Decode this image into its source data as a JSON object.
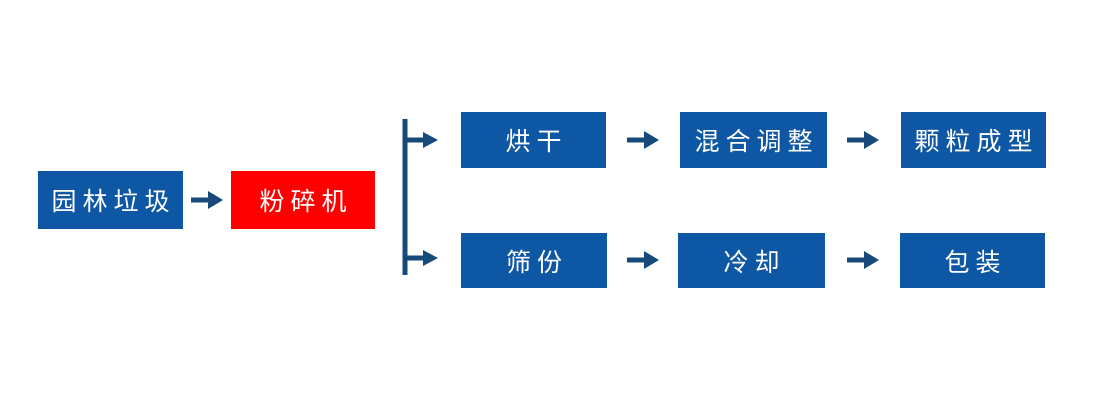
{
  "diagram": {
    "description": "Garden waste pellet production process flowchart",
    "nodes": [
      {
        "id": "garden-waste",
        "label": "园林垃圾",
        "style": "input-blue"
      },
      {
        "id": "shredder",
        "label": "粉碎机",
        "style": "highlight-red"
      },
      {
        "id": "drying",
        "label": "烘干",
        "style": "process-blue"
      },
      {
        "id": "mixing-adjustment",
        "label": "混合调整",
        "style": "process-blue"
      },
      {
        "id": "pellet-forming",
        "label": "颗粒成型",
        "style": "process-blue"
      },
      {
        "id": "sieving",
        "label": "筛份",
        "style": "process-blue"
      },
      {
        "id": "cooling",
        "label": "冷却",
        "style": "process-blue"
      },
      {
        "id": "packaging",
        "label": "包装",
        "style": "process-blue"
      }
    ],
    "edges": [
      {
        "from": "garden-waste",
        "to": "shredder"
      },
      {
        "from": "shredder",
        "to": "drying",
        "via": "branch"
      },
      {
        "from": "shredder",
        "to": "sieving",
        "via": "branch"
      },
      {
        "from": "drying",
        "to": "mixing-adjustment"
      },
      {
        "from": "mixing-adjustment",
        "to": "pellet-forming"
      },
      {
        "from": "sieving",
        "to": "cooling"
      },
      {
        "from": "cooling",
        "to": "packaging"
      }
    ]
  },
  "colors": {
    "node_blue": "#0E57A5",
    "node_red": "#FE0000",
    "node_text": "#FFFFFF",
    "connector": "#17497B",
    "background": "#FFFFFF"
  }
}
